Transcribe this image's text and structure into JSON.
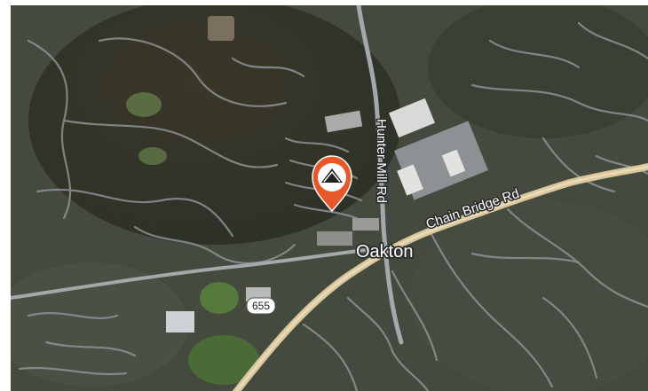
{
  "map": {
    "view": "satellite",
    "roads": {
      "hunter_mill": "Hunter Mill Rd",
      "chain_bridge": "Chain Bridge Rd"
    },
    "place": "Oakton",
    "route_shield": "655",
    "marker": {
      "icon": "location-pin-icon",
      "color": "#e8572a"
    }
  }
}
